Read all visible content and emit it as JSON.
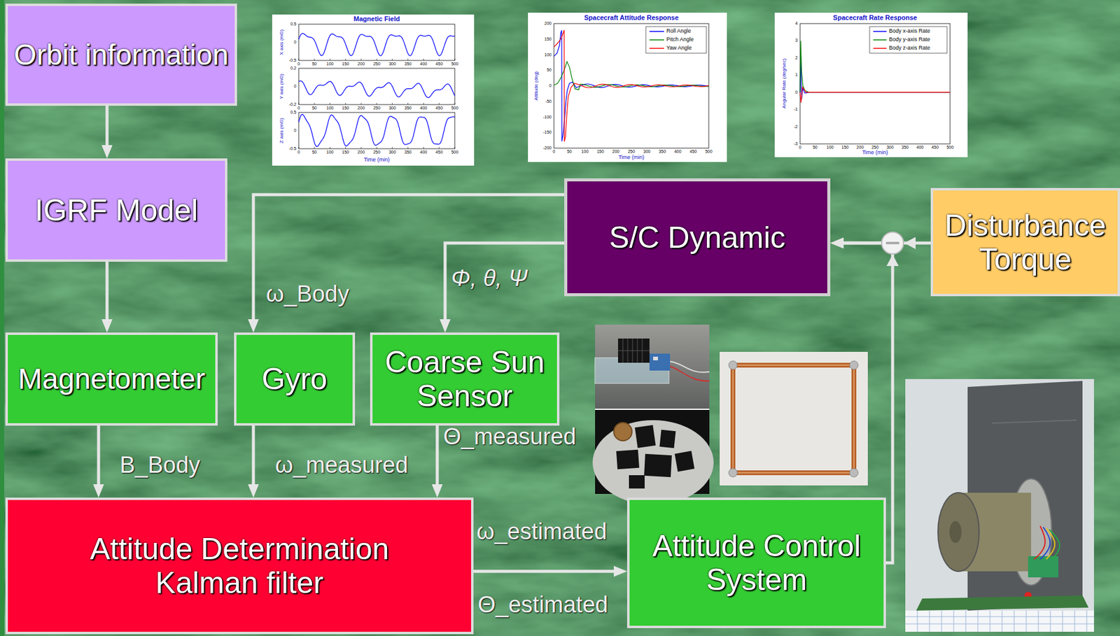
{
  "diagram": {
    "nodes": [
      {
        "text": [
          "Orbit information"
        ]
      },
      {
        "text": [
          "IGRF Model"
        ]
      },
      {
        "text": [
          "S/C Dynamic"
        ]
      },
      {
        "text": [
          "Disturbance Torque"
        ]
      },
      {
        "text": [
          "Magnetometer"
        ]
      },
      {
        "text": [
          "Gyro"
        ]
      },
      {
        "text": [
          "Coarse Sun Sensor"
        ]
      },
      {
        "text": [
          "Attitude Determination Kalman filter"
        ]
      },
      {
        "text": [
          "Attitude Control System"
        ]
      }
    ],
    "edges": [
      {
        "from": 0,
        "to": 1,
        "arrow": "to"
      },
      {
        "from": 1,
        "to": 4,
        "arrow": "to"
      },
      {
        "from": 2,
        "to": 5,
        "label": "ω_Body",
        "arrow": "to"
      },
      {
        "from": 2,
        "to": 6,
        "label": "Φ, θ, Ψ",
        "arrow": "to"
      },
      {
        "from": 4,
        "to": 7,
        "label": "B_Body",
        "arrow": "to"
      },
      {
        "from": 5,
        "to": 7,
        "label": "ω_measured",
        "arrow": "to"
      },
      {
        "from": 6,
        "to": 7,
        "label": "Θ_measured",
        "arrow": "to"
      },
      {
        "from": 7,
        "to": 8,
        "label": "ω_estimated",
        "arrow": "to"
      },
      {
        "from": 8,
        "to": 2,
        "arrow": "to"
      },
      {
        "from": 3,
        "to": 2,
        "arrow": "to"
      }
    ],
    "labels": [
      "Magnetic Field",
      "X axis (mG)",
      "Y axis (mG)",
      "Z axis (mG)",
      "Time (min)",
      "0.5",
      "0",
      "-0.5",
      "0",
      "50",
      "100",
      "150",
      "200",
      "250",
      "300",
      "350",
      "400",
      "450",
      "500",
      "0.2",
      "0",
      "-0.2",
      "0",
      "50",
      "100",
      "150",
      "200",
      "250",
      "300",
      "350",
      "400",
      "450",
      "500",
      "0.5",
      "0",
      "-0.5",
      "0",
      "50",
      "100",
      "150",
      "200",
      "250",
      "300",
      "350",
      "400",
      "450",
      "500",
      "Spacecraft Attitude Response",
      "Attitude (deg)",
      "Time (min)",
      "200",
      "150",
      "100",
      "50",
      "0",
      "-50",
      "-100",
      "-150",
      "-200",
      "0",
      "50",
      "100",
      "150",
      "200",
      "250",
      "300",
      "350",
      "400",
      "450",
      "500",
      "Spacecraft Rate Response",
      "Angular Rate (deg/sec)",
      "Time (min)",
      "4",
      "3",
      "2",
      "1",
      "0",
      "-1",
      "-2",
      "-3",
      "0",
      "50",
      "100",
      "150",
      "200",
      "250",
      "300",
      "350",
      "400",
      "450",
      "500",
      "Θ_estimated"
    ],
    "legend": [
      {
        "text": "Roll Angle"
      },
      {
        "text": "Pitch Angle"
      },
      {
        "text": "Yaw Angle"
      },
      {
        "text": "Body x-axis Rate"
      },
      {
        "text": "Body y-axis Rate"
      },
      {
        "text": "Body z-axis Rate"
      }
    ]
  }
}
